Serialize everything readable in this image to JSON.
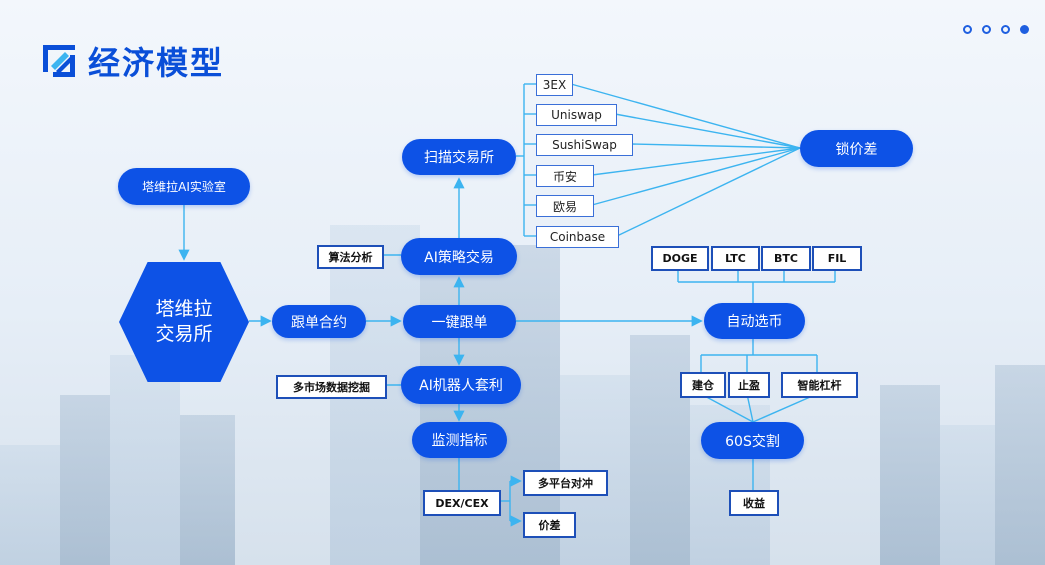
{
  "header": {
    "title": "经济模型"
  },
  "pagination": {
    "count": 4,
    "active": 3
  },
  "diagram": {
    "lab": "塔维拉AI实验室",
    "exchange": "塔维拉交易所",
    "follow_contract": "跟单合约",
    "one_click": "一键跟单",
    "ai_strategy": "AI策略交易",
    "scan_exchange": "扫描交易所",
    "ai_robot": "AI机器人套利",
    "monitor": "监测指标",
    "lock_spread": "锁价差",
    "auto_pick": "自动选币",
    "settle_60s": "60S交割",
    "algo_analysis": "算法分析",
    "data_mining": "多市场数据挖掘",
    "dex_cex": "DEX/CEX",
    "multi_hedge": "多平台对冲",
    "price_diff": "价差",
    "exchanges": [
      "3EX",
      "Uniswap",
      "SushiSwap",
      "币安",
      "欧易",
      "Coinbase"
    ],
    "coins": [
      "DOGE",
      "LTC",
      "BTC",
      "FIL"
    ],
    "actions": [
      "建仓",
      "止盈",
      "智能杠杆"
    ],
    "profit": "收益"
  },
  "colors": {
    "primary": "#0d52e6",
    "line": "#3cb4f0",
    "title": "#0a4fd8"
  }
}
